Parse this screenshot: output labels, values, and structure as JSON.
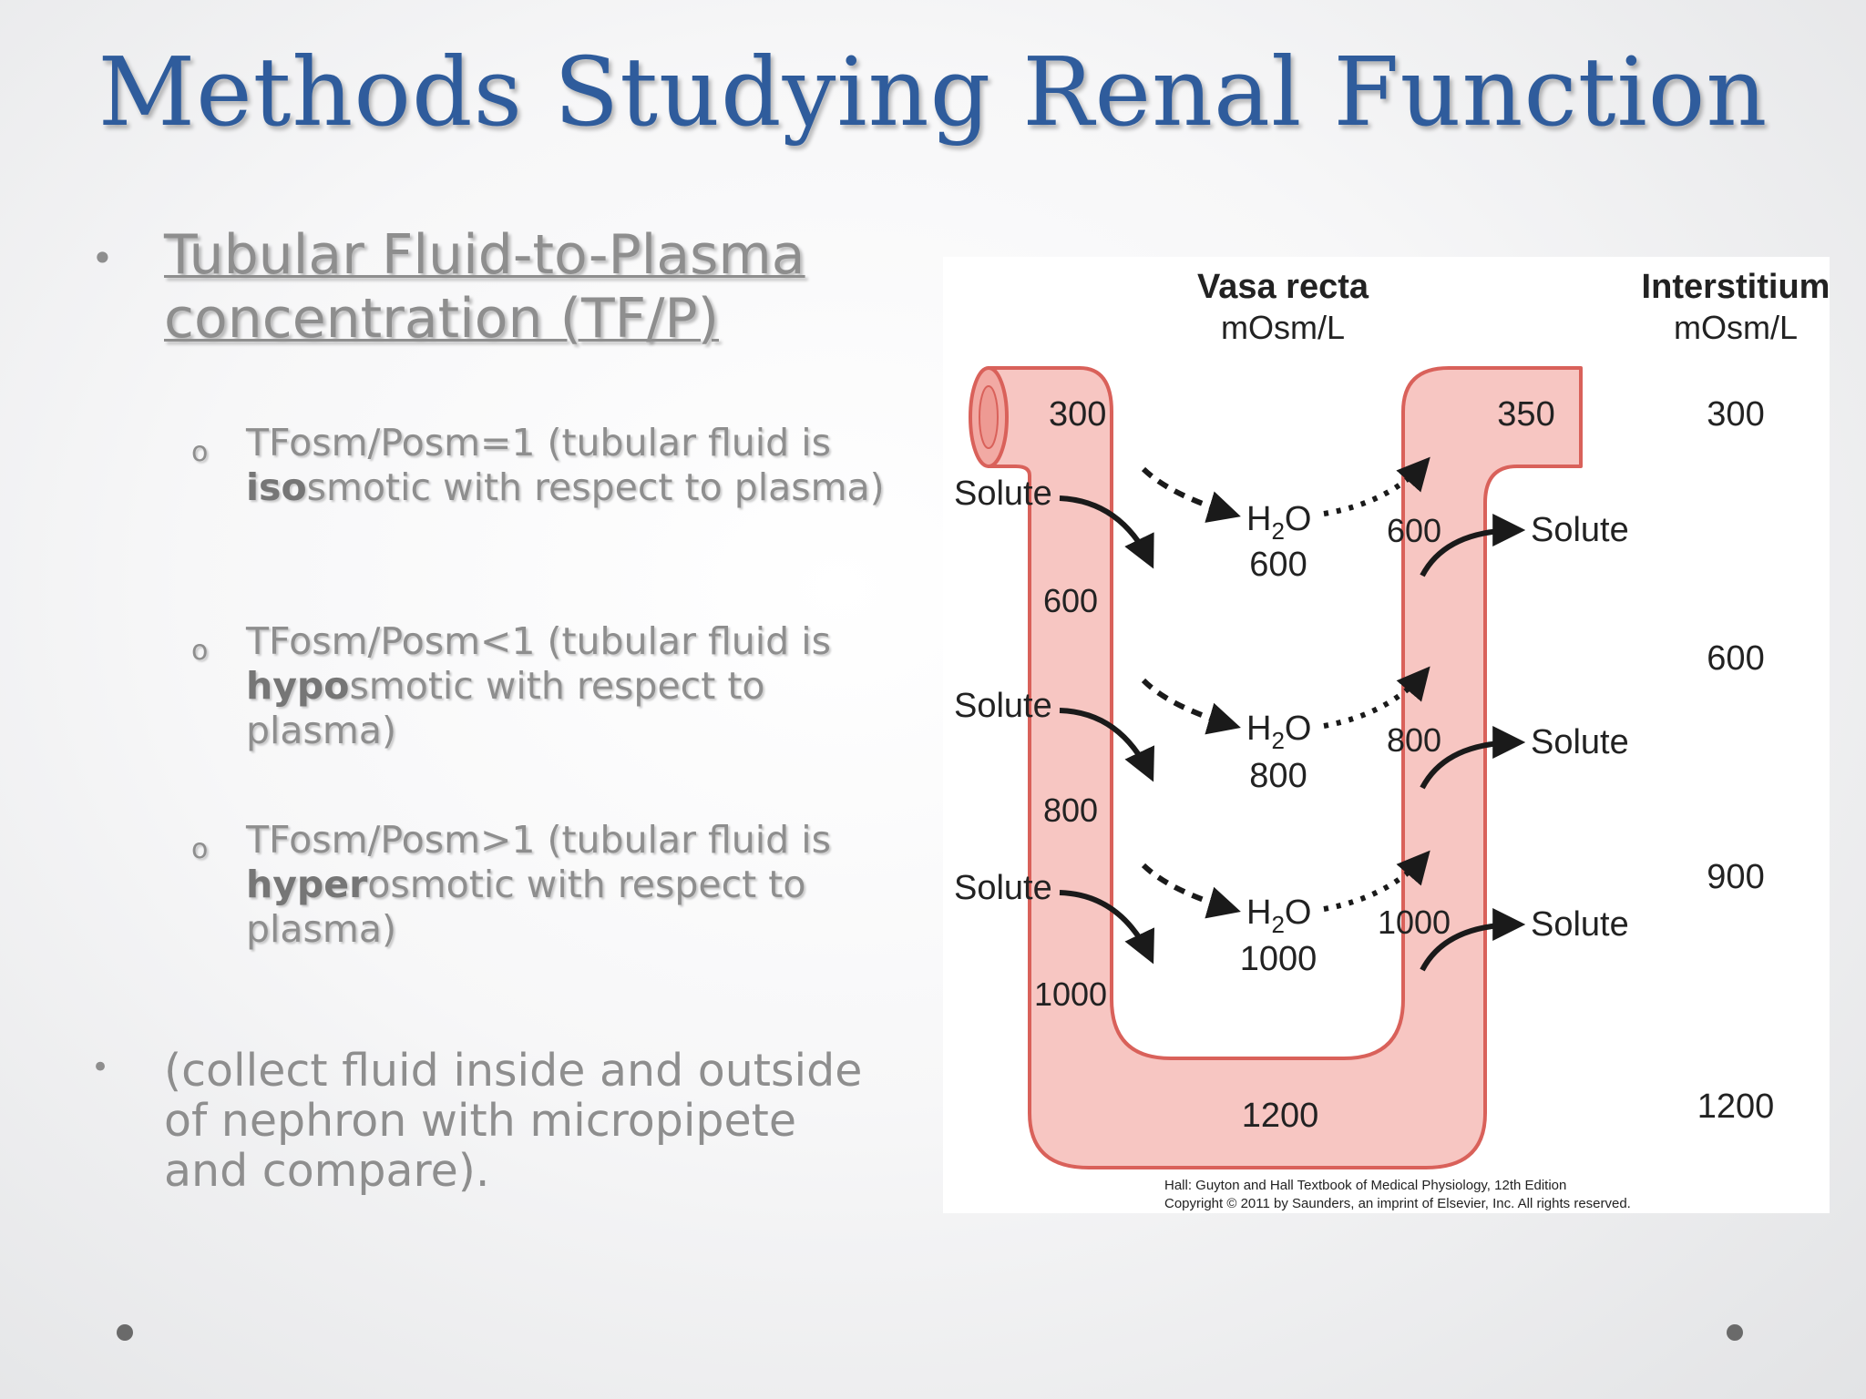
{
  "slide": {
    "title": "Methods Studying Renal Function"
  },
  "left": {
    "bullet1": "Tubular Fluid-to-Plasma concentration (TF/P)",
    "subs": [
      {
        "pre": "TFosm/Posm=1 (tubular fluid is ",
        "bold": "iso",
        "post": "smotic with respect to plasma)"
      },
      {
        "pre": "TFosm/Posm<1 (tubular fluid is ",
        "bold": "hypo",
        "post": "smotic with respect to plasma)"
      },
      {
        "pre": "TFosm/Posm>1 (tubular fluid is ",
        "bold": "hyper",
        "post": "osmotic with respect to plasma)"
      }
    ],
    "bullet2": "(collect fluid inside and outside of nephron with micropipete and compare)."
  },
  "figure": {
    "vasa_title": "Vasa recta",
    "vasa_unit": "mOsm/L",
    "inter_title": "Interstitium",
    "inter_unit": "mOsm/L",
    "descending": [
      "300",
      "600",
      "800",
      "1000"
    ],
    "bottom": "1200",
    "ascending": [
      "350",
      "600",
      "800",
      "1000"
    ],
    "h2o": [
      "600",
      "800",
      "1000"
    ],
    "h2o_label": "H",
    "h2o_sub": "2",
    "h2o_tail": "O",
    "interstitium": [
      "300",
      "600",
      "900",
      "1200"
    ],
    "solute": "Solute",
    "credit1": "Hall: Guyton and Hall Textbook of Medical Physiology, 12th Edition",
    "credit2": "Copyright © 2011 by Saunders, an imprint of Elsevier, Inc. All rights reserved.",
    "colors": {
      "vessel_fill": "#f7c6c2",
      "vessel_stroke": "#d9615a",
      "title": "#2f5c9c"
    }
  }
}
